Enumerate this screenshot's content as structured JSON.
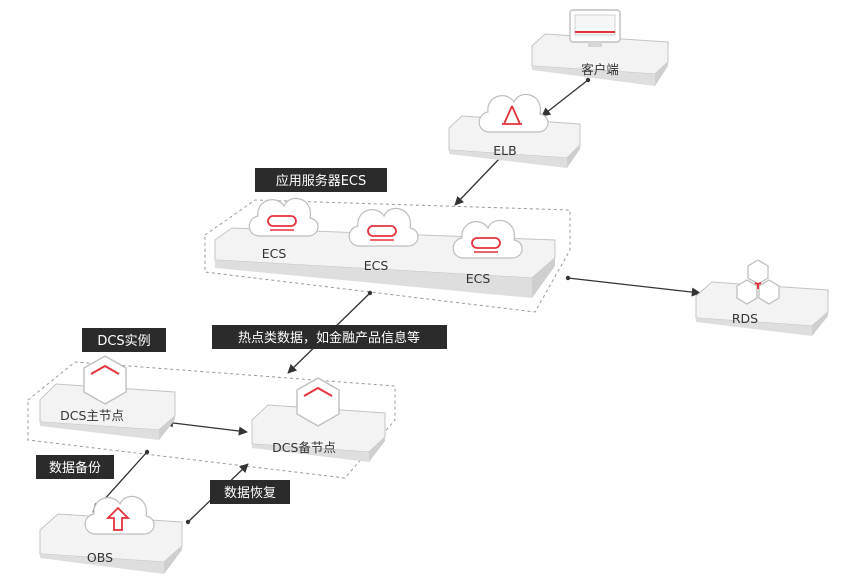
{
  "nodes": {
    "client": "客户端",
    "elb": "ELB",
    "ecs": [
      "ECS",
      "ECS",
      "ECS"
    ],
    "rds": "RDS",
    "dcs_master": "DCS主节点",
    "dcs_standby": "DCS备节点",
    "obs": "OBS"
  },
  "tags": {
    "app_server": "应用服务器ECS",
    "dcs_instance": "DCS实例",
    "hot_data": "热点类数据，如金融产品信息等",
    "data_backup": "数据备份",
    "data_restore": "数据恢复"
  },
  "colors": {
    "accent": "#e6323c",
    "tag_bg": "#2b2b2b",
    "slab_top": "#f3f3f3",
    "slab_side": "#dedede",
    "edge": "#3a3a3a"
  }
}
